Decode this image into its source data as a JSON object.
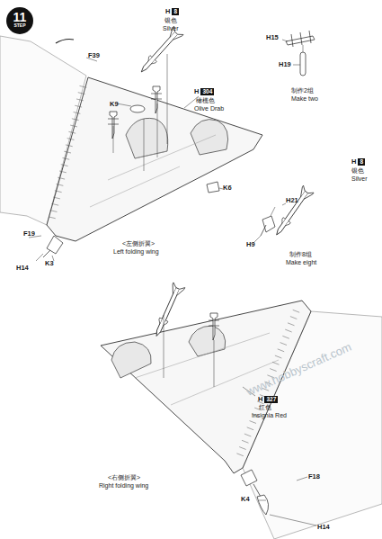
{
  "diagram": {
    "nodes": [
      {
        "text": [
          "11",
          "STEP"
        ]
      },
      {
        "text": [
          "8"
        ]
      },
      {
        "text": [
          "304"
        ]
      },
      {
        "text": [
          "8"
        ]
      },
      {
        "text": [
          "327"
        ]
      }
    ],
    "labels": [
      "F39",
      "H",
      "银色",
      "Silver",
      "K9",
      "H",
      "橄榄色",
      "Olive Drab",
      "H15",
      "H19",
      "制作2组",
      "Make two",
      "H",
      "银色",
      "Silver",
      "K6",
      "H21",
      "H9",
      "制作8组",
      "Make eight",
      "F19",
      "H14",
      "K3",
      "<左侧折翼>",
      "Left folding wing",
      "H",
      "红色",
      "Insignia Red",
      "<右侧折翼>",
      "Right folding wing",
      "F18",
      "K4",
      "H14",
      "www.hobbyscraft.com"
    ]
  }
}
